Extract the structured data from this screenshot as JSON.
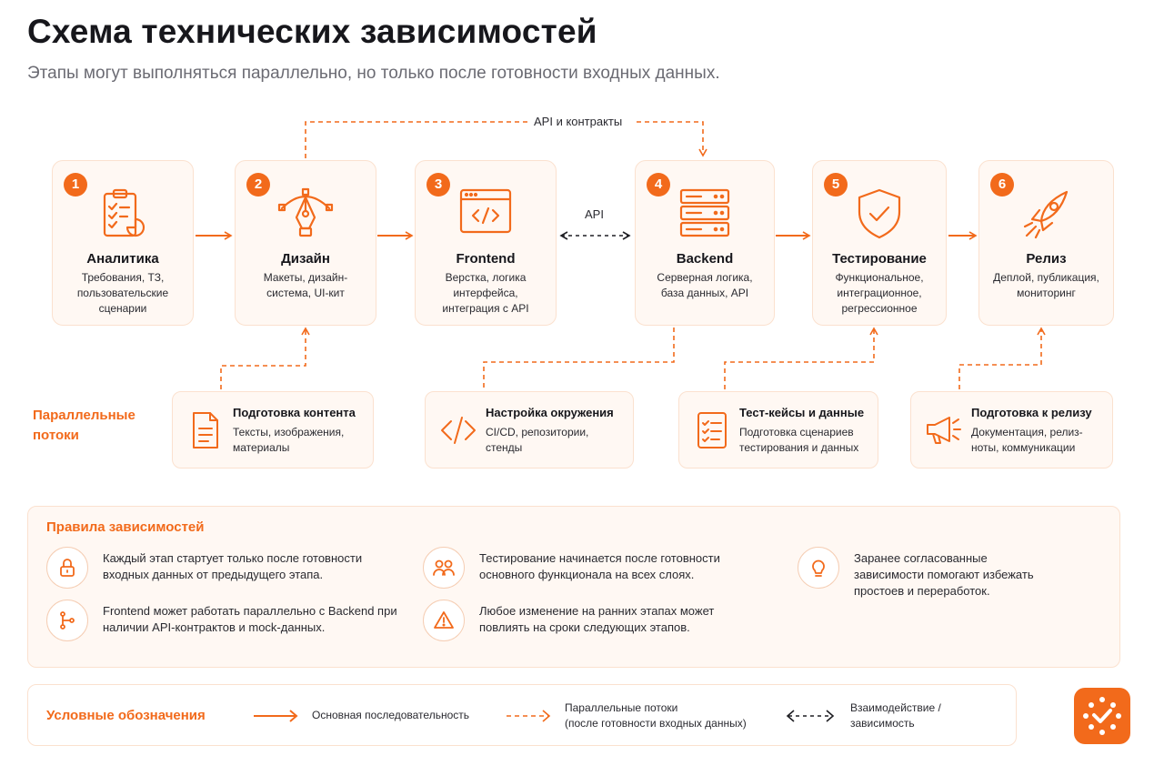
{
  "title": "Схема технических зависимостей",
  "subtitle": "Этапы могут выполняться параллельно, но только после готовности входных данных.",
  "stages": [
    {
      "num": "1",
      "title": "Аналитика",
      "desc": "Требования, ТЗ, пользовательские сценарии",
      "icon": "clipboard-chart-icon"
    },
    {
      "num": "2",
      "title": "Дизайн",
      "desc": "Макеты, дизайн-система, UI-кит",
      "icon": "pen-tool-icon"
    },
    {
      "num": "3",
      "title": "Frontend",
      "desc": "Верстка, логика интерфейса, интеграция с API",
      "icon": "code-window-icon"
    },
    {
      "num": "4",
      "title": "Backend",
      "desc": "Серверная логика, база данных, API",
      "icon": "server-icon"
    },
    {
      "num": "5",
      "title": "Тестирование",
      "desc": "Функциональное, интеграционное, регрессионное",
      "icon": "shield-check-icon"
    },
    {
      "num": "6",
      "title": "Релиз",
      "desc": "Деплой, публикация, мониторинг",
      "icon": "rocket-icon"
    }
  ],
  "flow_labels": {
    "api_contracts": "API и контракты",
    "api": "API"
  },
  "parallel": {
    "label_line1": "Параллельные",
    "label_line2": "потоки",
    "items": [
      {
        "title": "Подготовка контента",
        "desc": "Тексты, изображения, материалы",
        "icon": "document-icon"
      },
      {
        "title": "Настройка окружения",
        "desc": "CI/CD, репозитории, стенды",
        "icon": "code-brackets-icon"
      },
      {
        "title": "Тест-кейсы и данные",
        "desc": "Подготовка сценариев тестирования и данных",
        "icon": "checklist-icon"
      },
      {
        "title": "Подготовка к релизу",
        "desc": "Документация, релиз-ноты, коммуникации",
        "icon": "megaphone-icon"
      }
    ]
  },
  "rules": {
    "title": "Правила зависимостей",
    "items": [
      {
        "text": "Каждый этап стартует только после готовности входных данных от предыдущего этапа.",
        "icon": "lock-icon"
      },
      {
        "text": "Frontend может работать параллельно с Backend при наличии API-контрактов и mock-данных.",
        "icon": "branch-icon"
      },
      {
        "text": "Тестирование начинается после готовности основного функционала на всех слоях.",
        "icon": "users-icon"
      },
      {
        "text": "Любое изменение на ранних этапах может повлиять на сроки следующих этапов.",
        "icon": "warning-icon"
      },
      {
        "text": "Заранее согласованные зависимости помогают избежать простоев и переработок.",
        "icon": "lightbulb-icon"
      }
    ]
  },
  "legend": {
    "title": "Условные обозначения",
    "main": "Основная последовательность",
    "parallel_line1": "Параллельные потоки",
    "parallel_line2": "(после готовности входных данных)",
    "interaction_line1": "Взаимодействие /",
    "interaction_line2": "зависимость"
  },
  "colors": {
    "accent": "#f26a1b",
    "card_bg": "#fff8f3",
    "card_border": "#fbe1cf",
    "text": "#17171c"
  },
  "logo_icon": "brand-logo-icon"
}
